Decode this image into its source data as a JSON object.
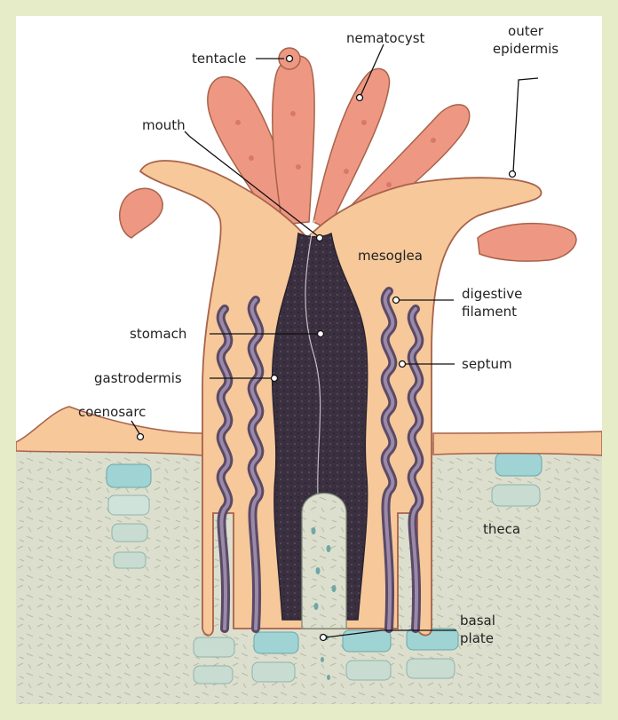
{
  "labels": {
    "tentacle": "tentacle",
    "nematocyst": "nematocyst",
    "outer_epidermis": [
      "outer",
      "epidermis"
    ],
    "mouth": "mouth",
    "mesoglea": "mesoglea",
    "digestive_filament": [
      "digestive",
      "filament"
    ],
    "stomach": "stomach",
    "septum": "septum",
    "gastrodermis": "gastrodermis",
    "coenosarc": "coenosarc",
    "theca": "theca",
    "basal_plate": [
      "basal",
      "plate"
    ]
  },
  "colors": {
    "frame": "#e6ebc8",
    "panel": "#ffffff",
    "tissue": "#f6c89a",
    "tissue_edge": "#a8624a",
    "tentacle": "#ee9883",
    "stomach": "#3a2f3f",
    "septum": "#8f7f9d",
    "theca": "#d9dccb",
    "coral_cell": "#9fd3d4"
  }
}
